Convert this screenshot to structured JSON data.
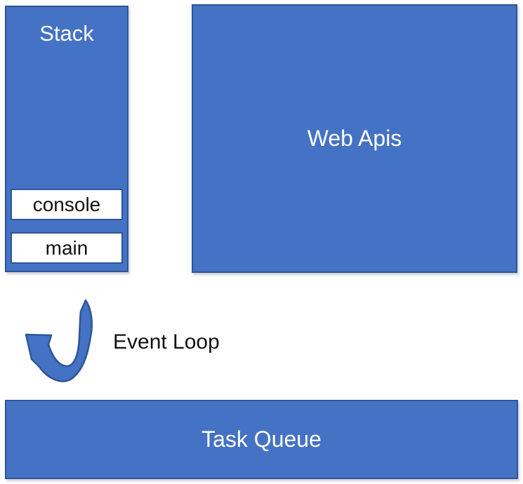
{
  "diagram": {
    "stack": {
      "title": "Stack",
      "frames": [
        {
          "label": "console"
        },
        {
          "label": "main"
        }
      ]
    },
    "web_apis": {
      "title": "Web Apis"
    },
    "event_loop": {
      "label": "Event Loop",
      "icon": "curved-loop-arrow"
    },
    "task_queue": {
      "title": "Task Queue"
    },
    "colors": {
      "box_fill": "#4472C4",
      "box_border": "#2F5597",
      "frame_fill": "#FFFFFF",
      "text_on_blue": "#FFFFFF",
      "text_dark": "#111111",
      "background": "#FFFFFF"
    }
  }
}
